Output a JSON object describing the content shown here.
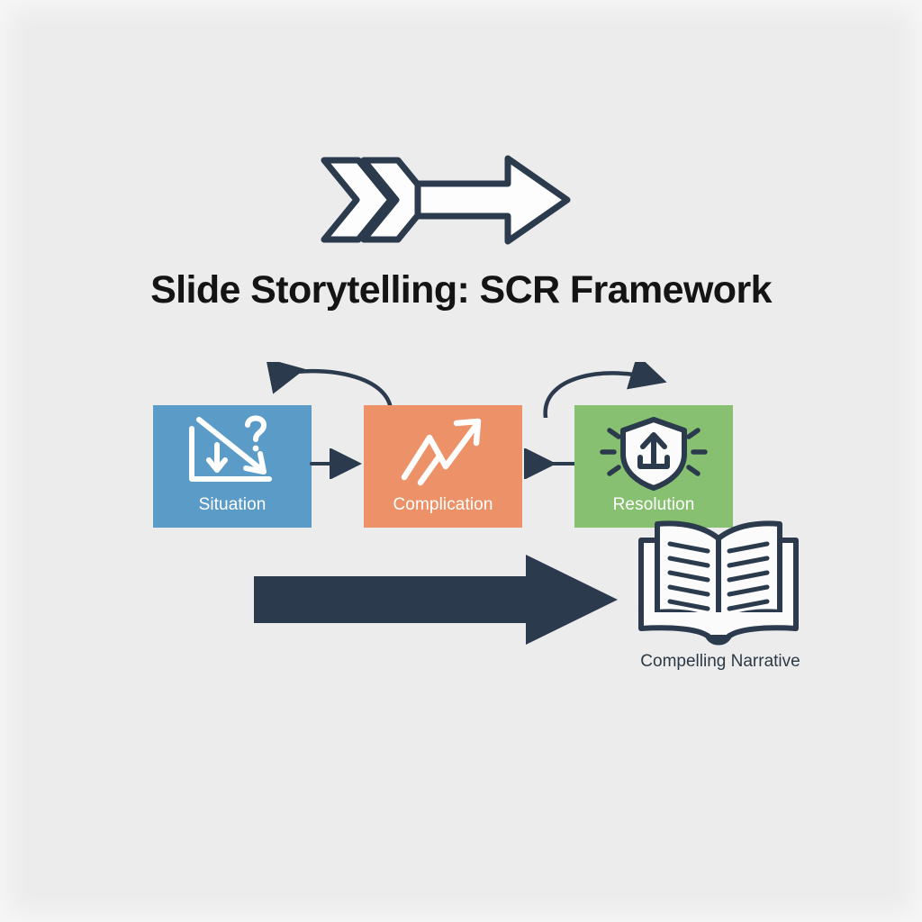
{
  "page": {
    "title": "Slide Storytelling: SCR Framework",
    "background_color": "#edecec"
  },
  "header": {
    "icon": "double-chevron-right-arrow-icon",
    "outline_color": "#2b3a4d",
    "fill_color": "#ffffff"
  },
  "diagram": {
    "type": "process-flow",
    "stages": [
      {
        "id": "situation",
        "label": "Situation",
        "color": "#5b9bc8",
        "icon": "declining-chart-with-question-mark-icon"
      },
      {
        "id": "complication",
        "label": "Complication",
        "color": "#ed9268",
        "icon": "rising-zigzag-trend-arrow-icon"
      },
      {
        "id": "resolution",
        "label": "Resolution",
        "color": "#86c070",
        "icon": "shield-with-upload-arrow-icon"
      }
    ],
    "connectors": [
      {
        "id": "situation-to-complication",
        "direction": "right",
        "style": "straight"
      },
      {
        "id": "resolution-to-complication",
        "direction": "left",
        "style": "straight"
      },
      {
        "id": "feedback-loop-left",
        "direction": "left",
        "style": "curved"
      },
      {
        "id": "feedback-loop-right",
        "direction": "right",
        "style": "curved"
      }
    ],
    "outcome": {
      "arrow_icon": "large-right-arrow-icon",
      "arrow_color": "#2b3a4d",
      "icon": "open-book-icon",
      "caption": "Compelling Narrative",
      "caption_color": "#2b3a47"
    }
  }
}
